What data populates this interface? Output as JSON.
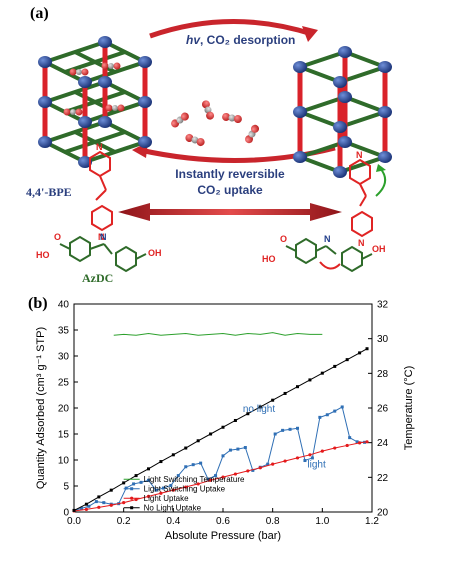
{
  "panel_a": {
    "label": "(a)",
    "top_caption_hv": "hv",
    "top_caption_rest": ", CO₂ desorption",
    "bottom_caption_line1": "Instantly reversible",
    "bottom_caption_line2": "CO₂ uptake",
    "linker_bpe": "4,4'-BPE",
    "linker_azdc": "AzDC",
    "atom_n": "N",
    "atom_ho": "HO",
    "atom_oh": "OH",
    "atom_o": "O",
    "colors": {
      "pillar": "#d9222a",
      "node": "#1f3c8a",
      "grid": "#2f6b2a",
      "arrow": "#c9252c",
      "caption": "#2b3f7e"
    }
  },
  "panel_b": {
    "label": "(b)",
    "annotations": {
      "no_light": "no light",
      "light": "light"
    },
    "legend": [
      {
        "label": "Light Switching Temperature",
        "color": "#2ca02c",
        "marker": "none"
      },
      {
        "label": "Light Switching Uptake",
        "color": "#2f6fb5",
        "marker": "square"
      },
      {
        "label": "Light Uptake",
        "color": "#e41a1c",
        "marker": "circle"
      },
      {
        "label": "No Light Uptake",
        "color": "#000000",
        "marker": "square"
      }
    ]
  },
  "chart_data": {
    "type": "line",
    "xlabel": "Absolute Pressure (bar)",
    "ylabel": "Quantity Adsorbed (cm³ g⁻¹ STP)",
    "y2label": "Temperature (°C)",
    "xlim": [
      0.0,
      1.2
    ],
    "ylim": [
      0,
      40
    ],
    "y2lim": [
      20,
      32
    ],
    "xticks": [
      "0.0",
      "0.2",
      "0.4",
      "0.6",
      "0.8",
      "1.0",
      "1.2"
    ],
    "yticks": [
      "0",
      "5",
      "10",
      "15",
      "20",
      "25",
      "30",
      "35",
      "40"
    ],
    "y2ticks": [
      "20",
      "22",
      "24",
      "26",
      "28",
      "30",
      "32"
    ],
    "grid": false,
    "legend_position": "bottom-left",
    "series": [
      {
        "name": "Light Switching Temperature",
        "axis": "right",
        "color": "#2ca02c",
        "marker": "none",
        "x": [
          0.16,
          0.2,
          0.25,
          0.3,
          0.35,
          0.4,
          0.45,
          0.5,
          0.55,
          0.6,
          0.65,
          0.7,
          0.75,
          0.8,
          0.85,
          0.9,
          0.95,
          1.0
        ],
        "y": [
          30.2,
          30.25,
          30.2,
          30.3,
          30.2,
          30.25,
          30.3,
          30.2,
          30.25,
          30.3,
          30.2,
          30.3,
          30.25,
          30.35,
          30.2,
          30.3,
          30.25,
          30.25
        ]
      },
      {
        "name": "Light Switching Uptake",
        "axis": "left",
        "color": "#2f6fb5",
        "marker": "square",
        "x": [
          0.0,
          0.03,
          0.06,
          0.09,
          0.12,
          0.15,
          0.18,
          0.21,
          0.24,
          0.27,
          0.3,
          0.33,
          0.36,
          0.39,
          0.42,
          0.45,
          0.48,
          0.51,
          0.54,
          0.57,
          0.6,
          0.63,
          0.66,
          0.69,
          0.72,
          0.75,
          0.78,
          0.81,
          0.84,
          0.87,
          0.9,
          0.93,
          0.96,
          0.99,
          1.02,
          1.05,
          1.08,
          1.11,
          1.14,
          1.17
        ],
        "y": [
          0.3,
          0.7,
          1.1,
          2.0,
          1.8,
          1.5,
          1.6,
          4.6,
          5.4,
          5.7,
          6.1,
          4.2,
          4.6,
          5.1,
          7.0,
          8.7,
          9.1,
          9.4,
          6.3,
          7.0,
          10.8,
          11.9,
          12.1,
          12.4,
          8.0,
          8.6,
          9.2,
          15.0,
          15.7,
          15.9,
          16.1,
          9.9,
          10.4,
          18.2,
          18.7,
          19.4,
          20.2,
          14.3,
          13.5,
          13.4
        ]
      },
      {
        "name": "Light Uptake",
        "axis": "left",
        "color": "#e41a1c",
        "marker": "circle",
        "x": [
          0.0,
          0.05,
          0.1,
          0.15,
          0.2,
          0.25,
          0.3,
          0.35,
          0.4,
          0.45,
          0.5,
          0.55,
          0.6,
          0.65,
          0.7,
          0.75,
          0.8,
          0.85,
          0.9,
          0.95,
          1.0,
          1.05,
          1.1,
          1.15,
          1.18
        ],
        "y": [
          0.2,
          0.5,
          0.9,
          1.3,
          1.8,
          2.4,
          3.0,
          3.6,
          4.2,
          4.8,
          5.4,
          6.1,
          6.7,
          7.3,
          7.9,
          8.5,
          9.2,
          9.8,
          10.4,
          11.0,
          11.7,
          12.3,
          12.8,
          13.3,
          13.5
        ]
      },
      {
        "name": "No Light Uptake",
        "axis": "left",
        "color": "#000000",
        "marker": "square",
        "x": [
          0.0,
          0.05,
          0.1,
          0.15,
          0.2,
          0.25,
          0.3,
          0.35,
          0.4,
          0.45,
          0.5,
          0.55,
          0.6,
          0.65,
          0.7,
          0.75,
          0.8,
          0.85,
          0.9,
          0.95,
          1.0,
          1.05,
          1.1,
          1.15,
          1.18
        ],
        "y": [
          0.3,
          1.5,
          2.9,
          4.2,
          5.6,
          7.0,
          8.3,
          9.7,
          11.0,
          12.3,
          13.7,
          15.0,
          16.3,
          17.6,
          18.9,
          20.2,
          21.5,
          22.8,
          24.1,
          25.4,
          26.7,
          28.0,
          29.3,
          30.6,
          31.4
        ]
      }
    ]
  }
}
